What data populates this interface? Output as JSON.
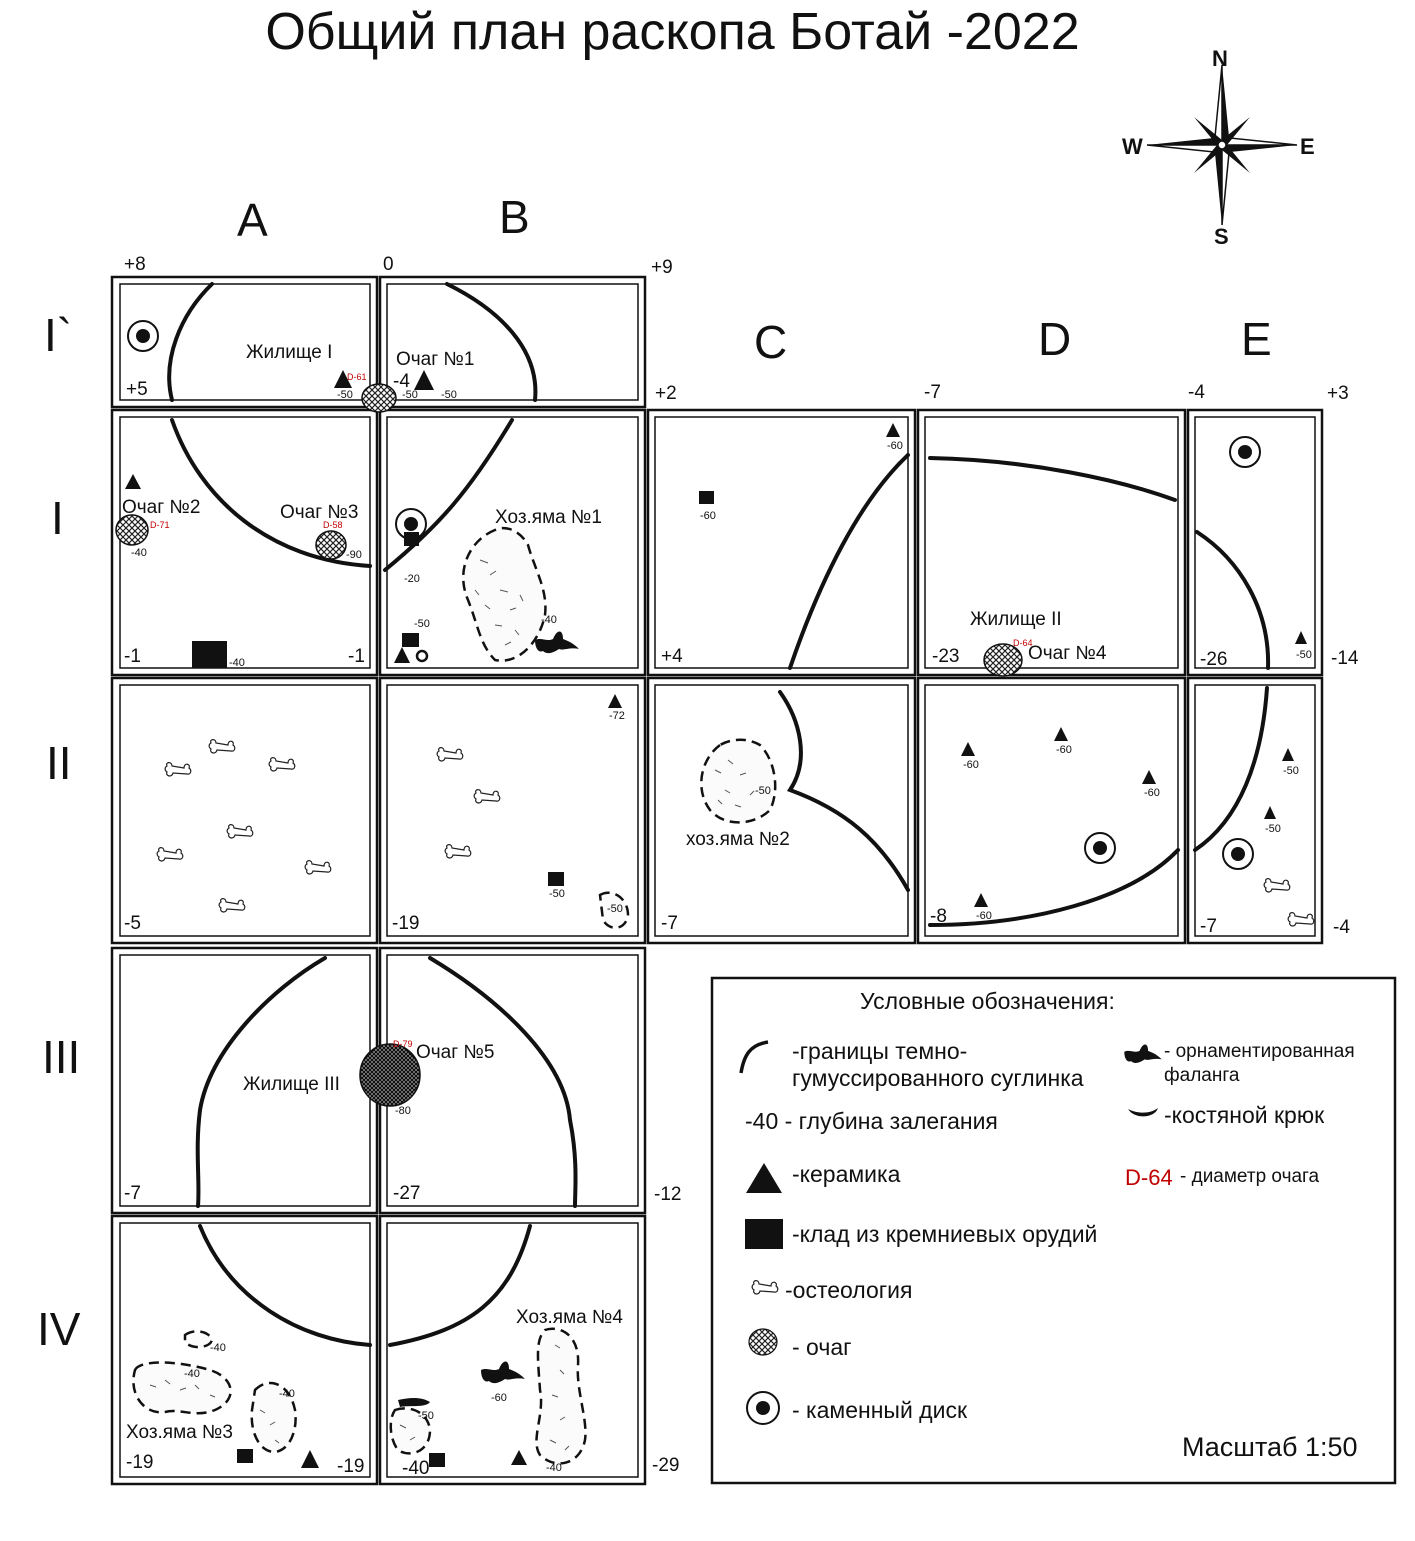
{
  "title": "Общий план раскопа Ботай -2022",
  "compass": {
    "n": "N",
    "s": "S",
    "w": "W",
    "e": "E"
  },
  "columns": [
    "A",
    "B",
    "C",
    "D",
    "E"
  ],
  "rows": [
    "I`",
    "I",
    "II",
    "III",
    "IV"
  ],
  "edge_labels": {
    "top_p8": "+8",
    "top_0": "0",
    "top_p9": "+9",
    "r_p2": "+2",
    "r_m7": "-7",
    "r_m4": "-4",
    "r_p3": "+3",
    "right_m14": "-14",
    "right_m4": "-4",
    "right_m12": "-12",
    "right_m29": "-29"
  },
  "corners": {
    "i1_a": "+5",
    "i1_b": "-4",
    "i_a_l": "-1",
    "i_a_r": "-1",
    "i_c": "+4",
    "i_d": "-23",
    "i_e": "-26",
    "ii_a": "-5",
    "ii_b": "-19",
    "ii_c": "-7",
    "ii_d": "-8",
    "ii_e": "-7",
    "iii_a": "-7",
    "iii_b": "-27",
    "iv_a_l": "-19",
    "iv_a_r": "-19",
    "iv_b": "-40"
  },
  "features": {
    "dwelling1": "Жилище I",
    "hearth1": "Очаг №1",
    "hearth2": "Очаг №2",
    "hearth3": "Очаг №3",
    "pit1": "Хоз.яма №1",
    "dwelling2": "Жилище II",
    "hearth4": "Очаг №4",
    "pit2": "хоз.яма №2",
    "dwelling3": "Жилище III",
    "hearth5": "Очаг №5",
    "pit3": "Хоз.яма №3",
    "pit4": "Хоз.яма №4"
  },
  "depths": {
    "d1": "-50",
    "d2": "-50",
    "d3": "-50",
    "d4": "-40",
    "d5": "-90",
    "d6": "-20",
    "d7": "-50",
    "d8": "-40",
    "d9": "-40",
    "d10": "-60",
    "d11": "-72",
    "d12": "-50",
    "d13": "-50",
    "d14": "-50",
    "d15": "-50",
    "d16": "-60",
    "d17": "-60",
    "d18": "-60",
    "d19": "-60",
    "d20": "-50",
    "d21": "-50",
    "d22": "-60",
    "d23": "-80",
    "d24": "-40",
    "d25": "-40",
    "d26": "-40",
    "d27": "-50",
    "d28": "-60",
    "d29": "-40"
  },
  "diameters": {
    "h1": "D-61",
    "h2": "D-71",
    "h3": "D-58",
    "h4": "D-64",
    "h5": "D-79"
  },
  "legend": {
    "title": "Условные обозначения:",
    "boundary_1": "-границы темно-",
    "boundary_2": "гумуссированного суглинка",
    "depth": "-40 - глубина залегания",
    "ceramics": "-керамика",
    "flint": "-клад из кремниевых орудий",
    "osteology": "-остеология",
    "hearth": "- очаг",
    "disc": "- каменный диск",
    "phalanx_1": "- орнаментированная",
    "phalanx_2": "фаланга",
    "hook": "-костяной крюк",
    "diam_code": "D-64",
    "diam_text": "- диаметр очага",
    "scale": "Масштаб 1:50"
  },
  "colors": {
    "ink": "#111111",
    "diameter": "#c00000"
  }
}
